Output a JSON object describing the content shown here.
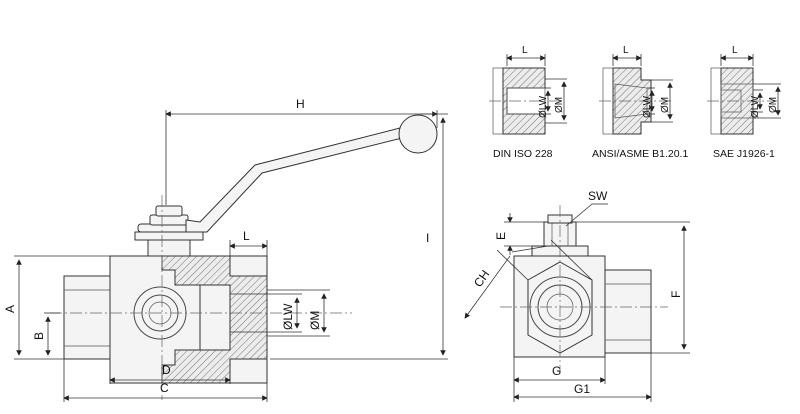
{
  "labels": {
    "H": "H",
    "I": "I",
    "L": "L",
    "A": "A",
    "B": "B",
    "C": "C",
    "D": "D",
    "LW": "ØLW",
    "M": "ØM",
    "SW": "SW",
    "E": "E",
    "F": "F",
    "CH": "CH",
    "G": "G",
    "G1": "G1"
  },
  "standards": [
    {
      "caption": "DIN ISO 228",
      "L": "L",
      "LW": "ØLW",
      "M": "ØM"
    },
    {
      "caption": "ANSI/ASME B1.20.1",
      "L": "L",
      "LW": "ØLW",
      "M": "ØM"
    },
    {
      "caption": "SAE J1926-1",
      "L": "L",
      "LW": "ØLW",
      "M": "ØM"
    }
  ]
}
